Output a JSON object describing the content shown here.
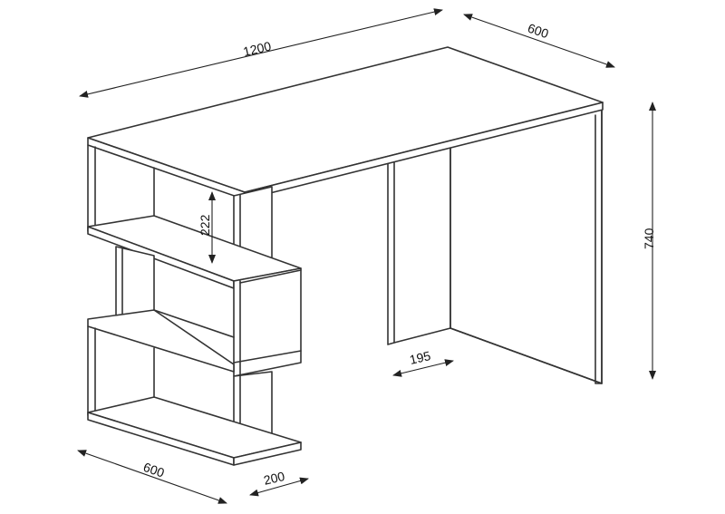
{
  "dimensions": {
    "width_top": "1200",
    "depth_top": "600",
    "height": "740",
    "shelf_gap": "222",
    "leg_depth": "195",
    "shelf_depth": "600",
    "shelf_width": "200"
  },
  "colors": {
    "line": "#333333",
    "background": "#ffffff"
  }
}
